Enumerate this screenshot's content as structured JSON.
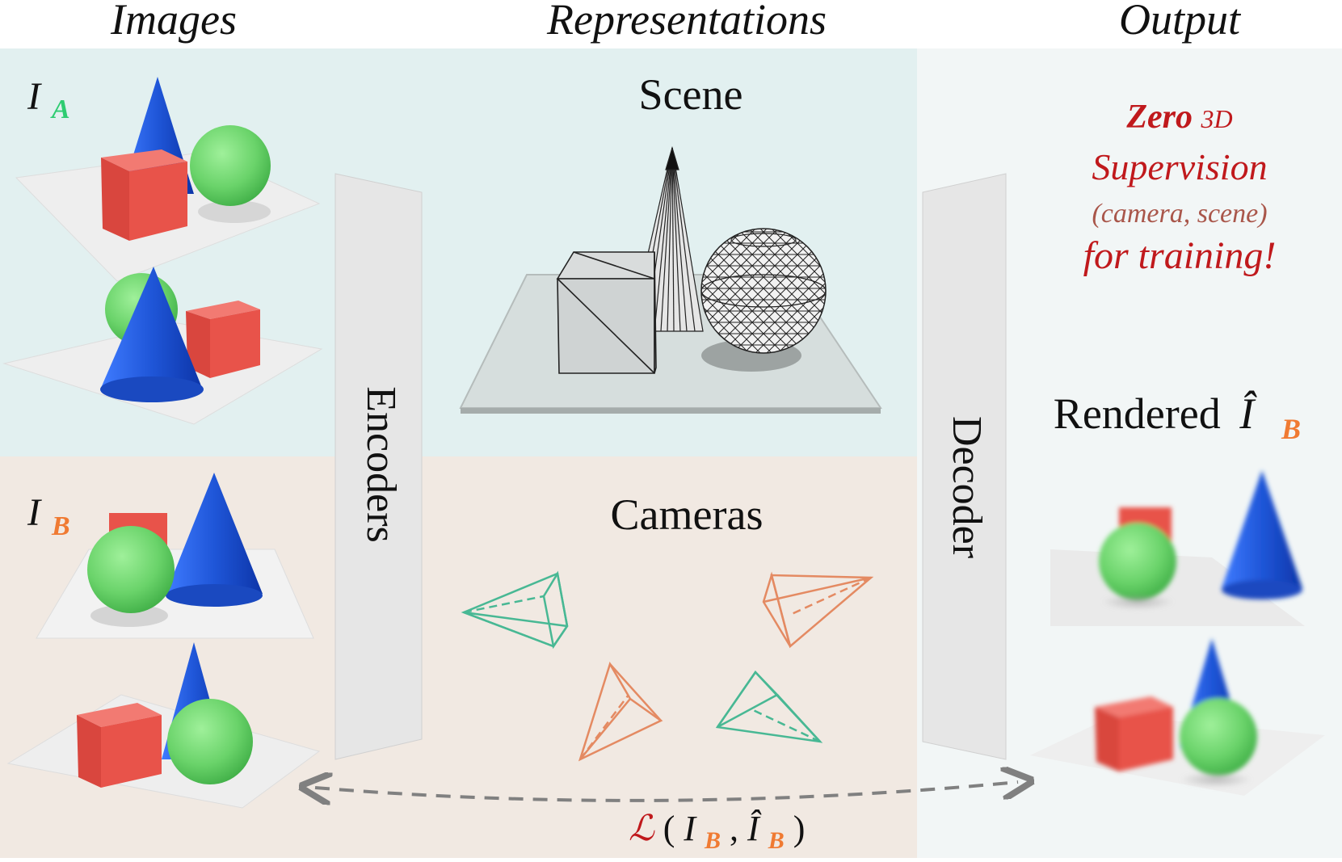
{
  "headers": {
    "images": "Images",
    "representations": "Representations",
    "output": "Output"
  },
  "labels": {
    "image_set_a": "I",
    "image_set_a_sub": "A",
    "image_set_b": "I",
    "image_set_b_sub": "B",
    "scene": "Scene",
    "cameras": "Cameras",
    "encoders": "Encoders",
    "decoder": "Decoder",
    "rendered": "Rendered",
    "rendered_symbol": "Î",
    "rendered_sub": "B"
  },
  "note": {
    "line1_bold": "Zero",
    "line1_rest": "3D",
    "line2": "Supervision",
    "line3": "(camera, scene)",
    "line4": "for training!"
  },
  "loss": {
    "symbol": "ℒ",
    "open": "(",
    "a": "I",
    "a_sub": "B",
    "comma": ",",
    "b": "Î",
    "b_sub": "B",
    "close": ")"
  },
  "colors": {
    "scene_band": "#e2f0f0",
    "camera_band": "#f1e9e2",
    "output_band": "#f2f6f6",
    "green_accent": "#2ecc71",
    "orange_accent": "#f07a32",
    "red_note": "#c0191c",
    "brown_note": "#a9564a",
    "teal_camera": "#48b894",
    "orange_camera": "#e48a62",
    "cube_red": "#e8534a",
    "cone_blue": "#1f56d8",
    "sphere_green": "#6ad36a"
  }
}
